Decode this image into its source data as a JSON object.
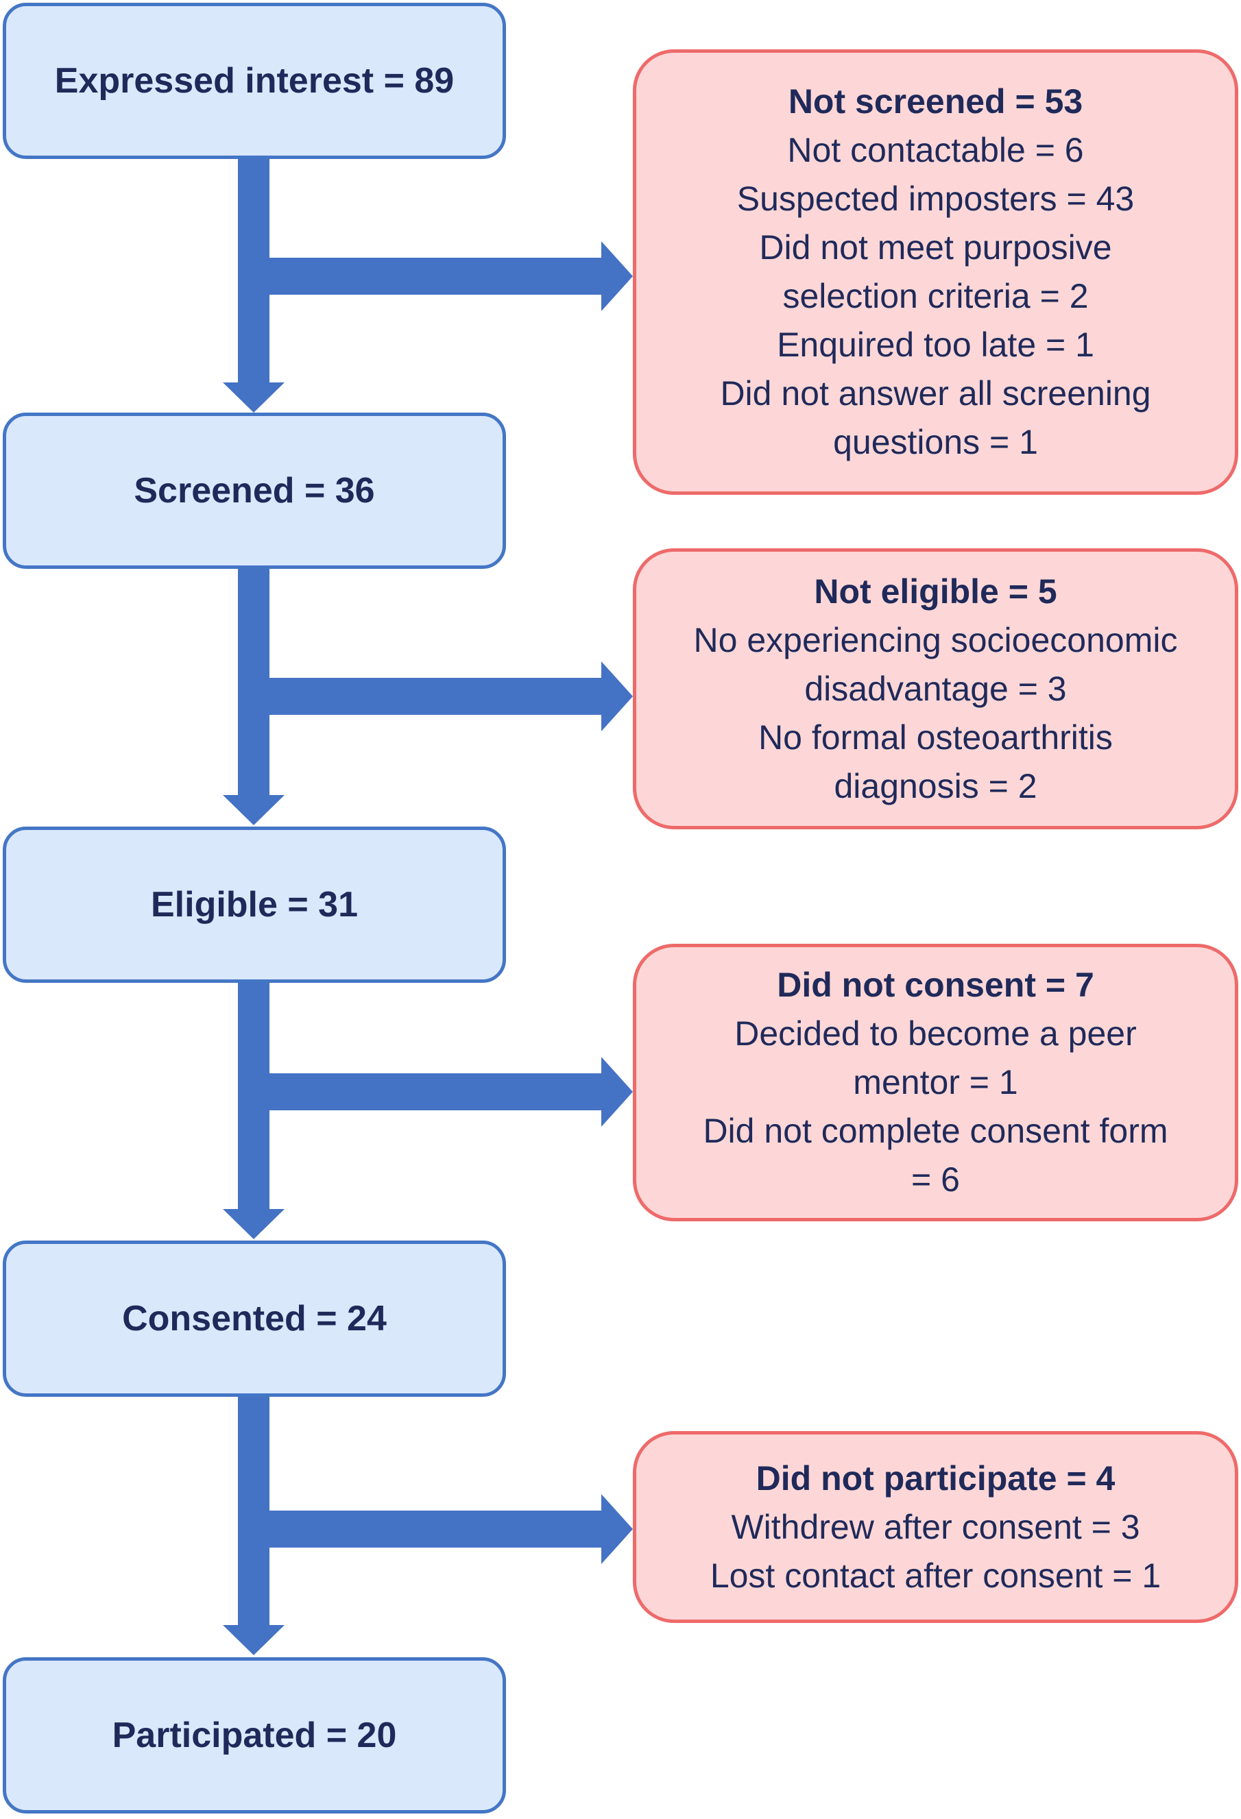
{
  "stages": [
    {
      "label": "Expressed interest = 89"
    },
    {
      "label": "Screened = 36"
    },
    {
      "label": "Eligible = 31"
    },
    {
      "label": "Consented = 24"
    },
    {
      "label": "Participated = 20"
    }
  ],
  "exclusions": [
    {
      "title": "Not screened = 53",
      "lines": [
        "Not contactable = 6",
        "Suspected imposters = 43",
        "Did not meet purposive",
        "selection criteria = 2",
        "Enquired too late = 1",
        "Did not answer all screening",
        "questions = 1"
      ]
    },
    {
      "title": "Not eligible = 5",
      "lines": [
        "No experiencing socioeconomic",
        "disadvantage = 3",
        "No formal osteoarthritis",
        "diagnosis = 2"
      ]
    },
    {
      "title": "Did not consent = 7",
      "lines": [
        "Decided to become a peer",
        "mentor = 1",
        "Did not complete consent form",
        "= 6"
      ]
    },
    {
      "title": "Did not participate = 4",
      "lines": [
        "Withdrew after consent = 3",
        "Lost contact after consent = 1"
      ]
    }
  ],
  "colors": {
    "arrow": "#4472c4",
    "stage_fill": "#dae8fc",
    "stage_border": "#4476c5",
    "exclusion_fill": "#fdd7d7",
    "exclusion_border": "#ee6a6a",
    "text": "#1f2a5a"
  }
}
